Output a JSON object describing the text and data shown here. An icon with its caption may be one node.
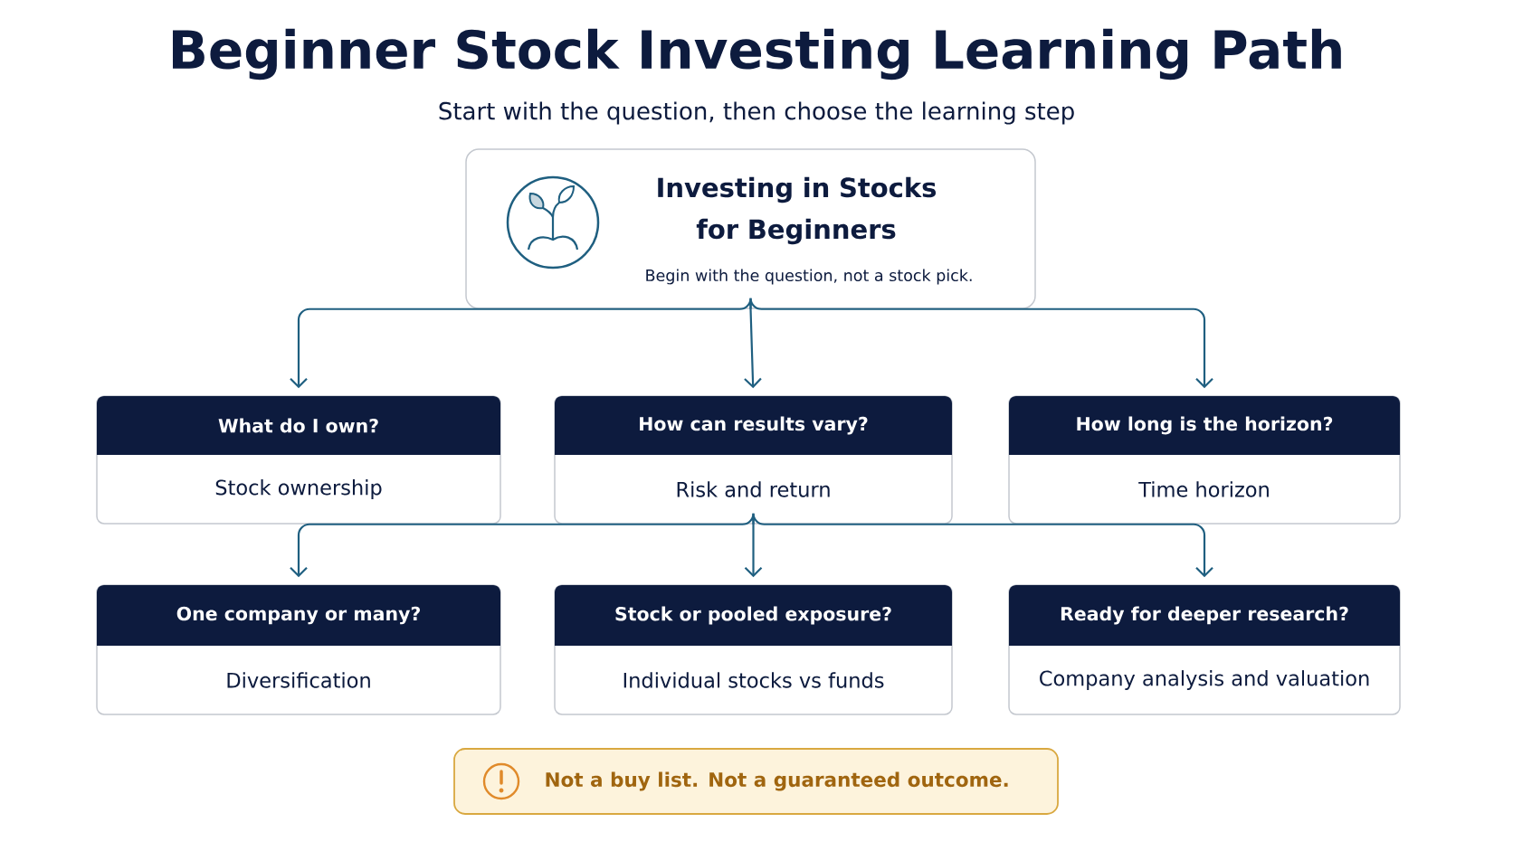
{
  "diagram": {
    "title": "Beginner Stock Investing Learning Path",
    "nodes": [
      {
        "text": [
          "Investing in Stocks for Beginners",
          "Begin with the question, not a stock pick."
        ]
      },
      {
        "text": [
          "What do I own?",
          "Stock ownership"
        ]
      },
      {
        "text": [
          "How can results vary?",
          "Risk and return"
        ]
      },
      {
        "text": [
          "How long is the horizon?",
          "Time horizon"
        ]
      },
      {
        "text": [
          "One company or many?",
          "Diversification"
        ]
      },
      {
        "text": [
          "Stock or pooled exposure?",
          "Individual stocks vs funds"
        ]
      },
      {
        "text": [
          "Ready for deeper research?",
          "Company analysis and valuation"
        ]
      },
      {
        "text": [
          "Not a buy list. Not a guaranteed outcome."
        ]
      }
    ],
    "edges": [
      {
        "from": 0,
        "to": 1,
        "arrow": "to"
      },
      {
        "from": 0,
        "to": 2,
        "arrow": "to"
      },
      {
        "from": 0,
        "to": 3,
        "arrow": "to"
      },
      {
        "from": 2,
        "to": 4,
        "arrow": "to"
      },
      {
        "from": 2,
        "to": 5,
        "arrow": "to"
      },
      {
        "from": 2,
        "to": 6,
        "arrow": "to"
      }
    ],
    "labels": [
      "Start with the question, then choose the learning step"
    ]
  }
}
